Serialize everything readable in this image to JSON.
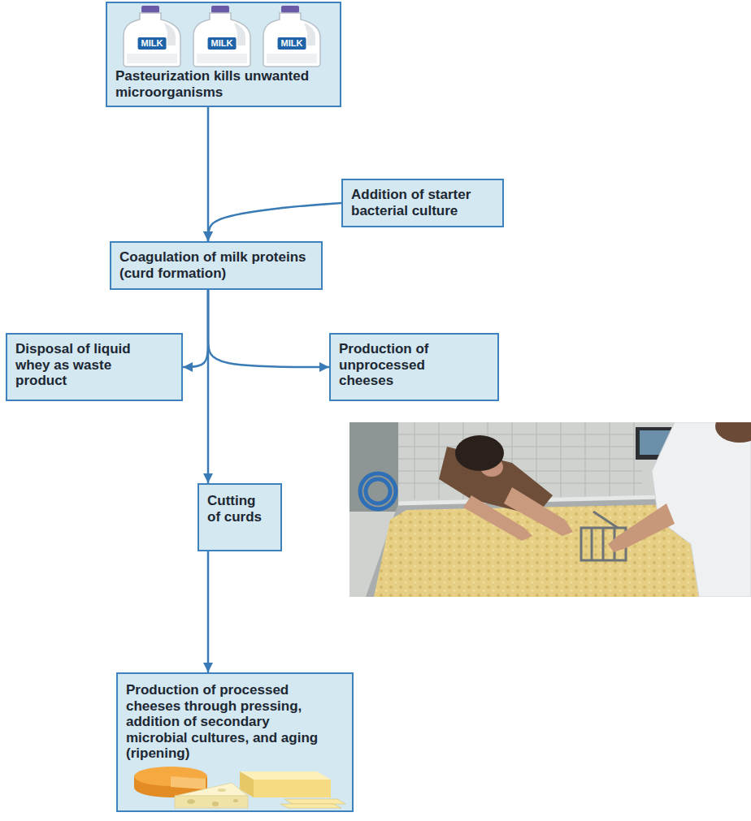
{
  "diagram": {
    "nodes": [
      {
        "text": [
          "Pasteurization kills unwanted microorganisms"
        ]
      },
      {
        "text": [
          "Addition of starter bacterial culture"
        ]
      },
      {
        "text": [
          "Coagulation of milk proteins (curd formation)"
        ]
      },
      {
        "text": [
          "Disposal of liquid whey as waste product"
        ]
      },
      {
        "text": [
          "Production of unprocessed cheeses"
        ]
      },
      {
        "text": [
          "Cutting of curds"
        ]
      },
      {
        "text": [
          "Production of processed cheeses through pressing, addition of secondary microbial cultures, and aging (ripening)"
        ]
      }
    ],
    "edges": [
      {
        "from": 0,
        "to": 2,
        "arrow": "to"
      },
      {
        "from": 1,
        "to": 2,
        "arrow": "to"
      },
      {
        "from": 2,
        "to": 3,
        "arrow": "to"
      },
      {
        "from": 2,
        "to": 4,
        "arrow": "to"
      },
      {
        "from": 2,
        "to": 5,
        "arrow": "to"
      },
      {
        "from": 5,
        "to": 6,
        "arrow": "to"
      }
    ],
    "labels": [
      "MILK",
      "MILK",
      "MILK"
    ]
  }
}
